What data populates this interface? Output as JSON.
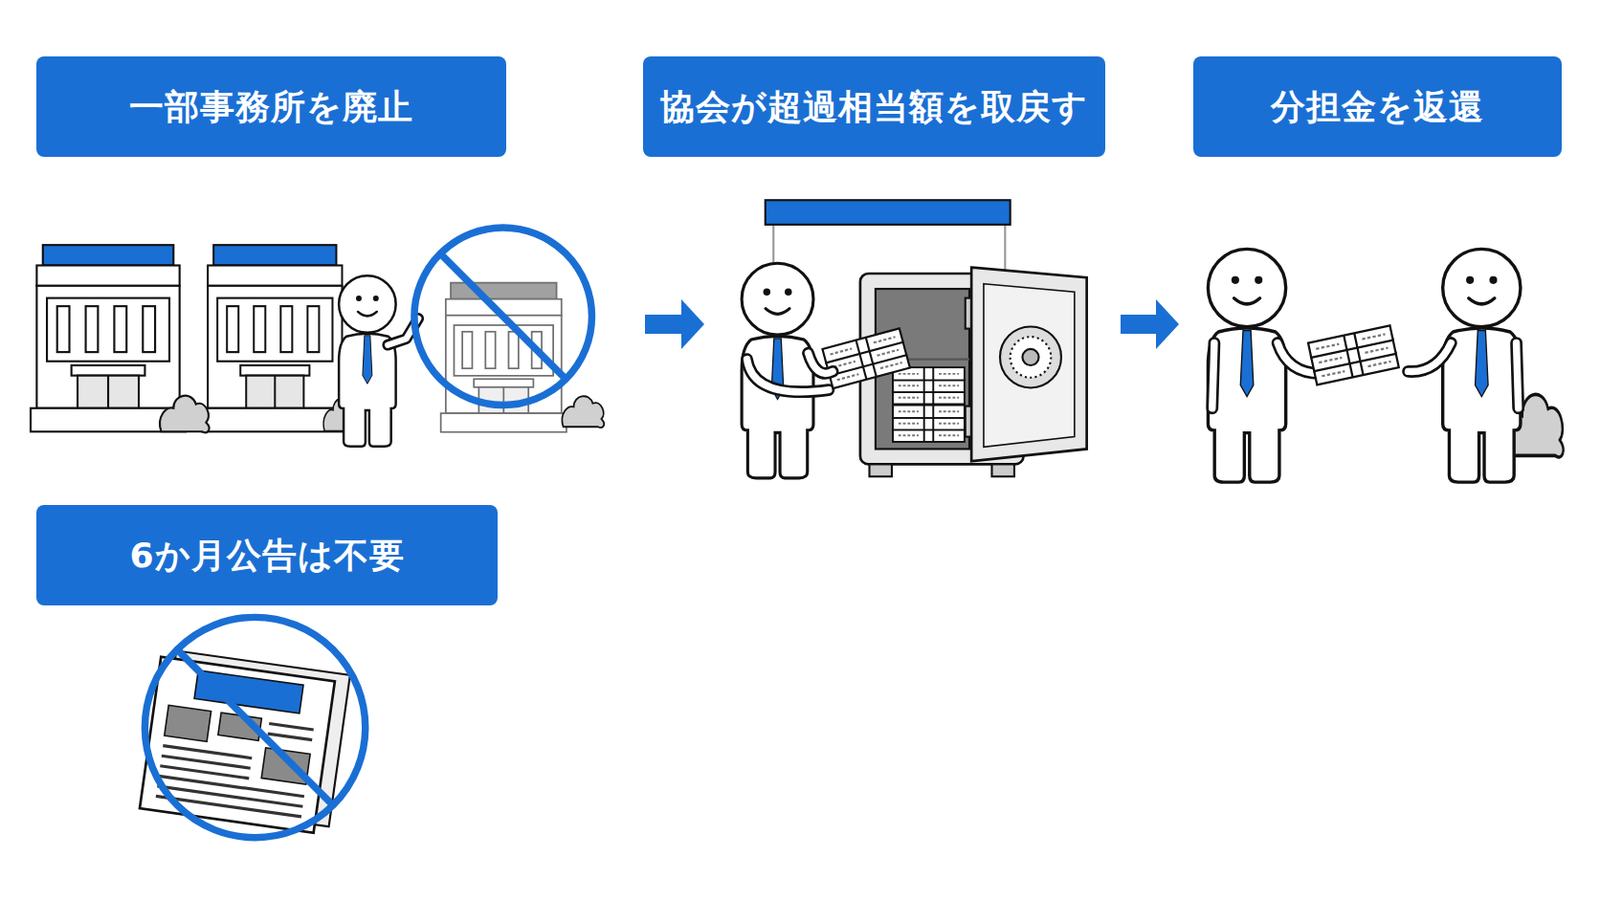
{
  "diagram": {
    "nodes": [
      {
        "text": [
          "一部事務所を廃止"
        ]
      },
      {
        "text": [
          "協会が超過相当額を取戻す"
        ]
      },
      {
        "text": [
          "分担金を返還"
        ]
      },
      {
        "text": [
          "6か月公告は不要"
        ]
      }
    ],
    "edges": [
      {
        "from": 0,
        "to": 1,
        "arrow": "to"
      },
      {
        "from": 1,
        "to": 2,
        "arrow": "to"
      }
    ]
  }
}
